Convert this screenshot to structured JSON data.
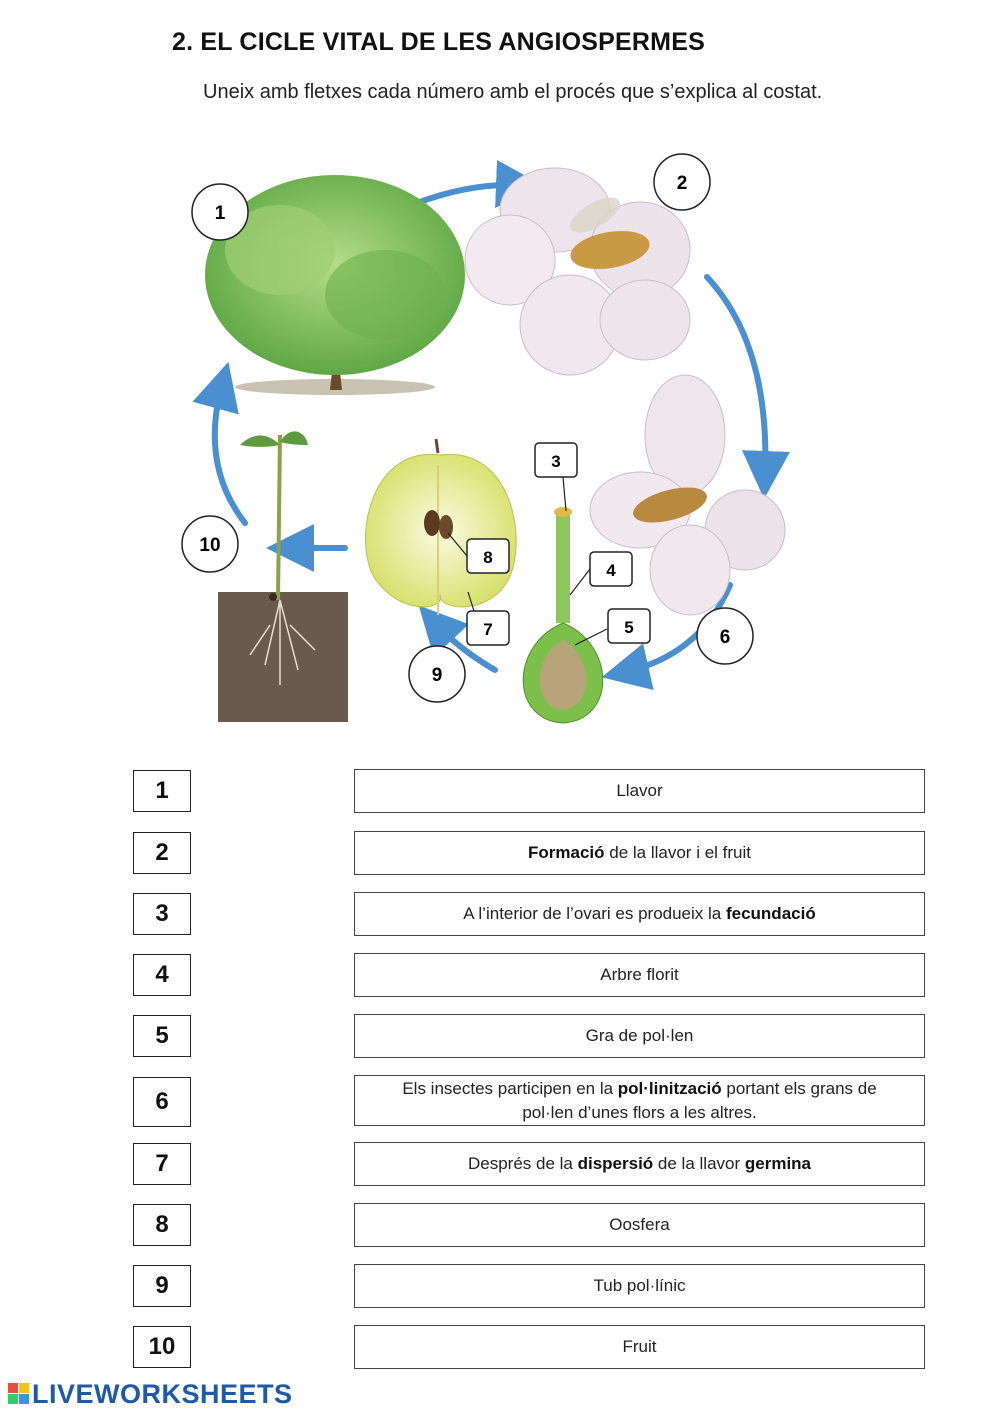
{
  "title": "2. EL CICLE VITAL DE LES ANGIOSPERMES",
  "instruction": "Uneix amb fletxes cada número amb el procés que s’explica al costat.",
  "diagram_labels": [
    "1",
    "2",
    "3",
    "4",
    "5",
    "6",
    "7",
    "8",
    "9",
    "10"
  ],
  "numbers": [
    "1",
    "2",
    "3",
    "4",
    "5",
    "6",
    "7",
    "8",
    "9",
    "10"
  ],
  "answers": [
    {
      "pre": "Llavor",
      "bold": "",
      "post": "",
      "bold2": "",
      "post2": ""
    },
    {
      "pre": "",
      "bold": "Formació",
      "post": " de la llavor i el fruit",
      "bold2": "",
      "post2": ""
    },
    {
      "pre": "A l’interior de l’ovari es produeix la ",
      "bold": "fecundació",
      "post": "",
      "bold2": "",
      "post2": ""
    },
    {
      "pre": "Arbre florit",
      "bold": "",
      "post": "",
      "bold2": "",
      "post2": ""
    },
    {
      "pre": "Gra de pol·len",
      "bold": "",
      "post": "",
      "bold2": "",
      "post2": ""
    },
    {
      "pre": "Els insectes participen en la ",
      "bold": "pol·linització",
      "post": " portant els grans de pol·len d’unes flors a les altres.",
      "bold2": "",
      "post2": ""
    },
    {
      "pre": "Després de la ",
      "bold": "dispersió",
      "post": " de la llavor ",
      "bold2": "germina",
      "post2": ""
    },
    {
      "pre": "Oosfera",
      "bold": "",
      "post": "",
      "bold2": "",
      "post2": ""
    },
    {
      "pre": "Tub pol·línic",
      "bold": "",
      "post": "",
      "bold2": "",
      "post2": ""
    },
    {
      "pre": "Fruit",
      "bold": "",
      "post": "",
      "bold2": "",
      "post2": ""
    }
  ],
  "logo": "LIVEWORKSHEETS",
  "colors": {
    "arrow": "#4a8fd0",
    "logo": "#1e5aa8",
    "tree": "#7fbf5a",
    "flower": "#f1e9ef",
    "apple": "#eef0a8",
    "ovary": "#7cbf4a",
    "soil": "#6a5a4e"
  }
}
